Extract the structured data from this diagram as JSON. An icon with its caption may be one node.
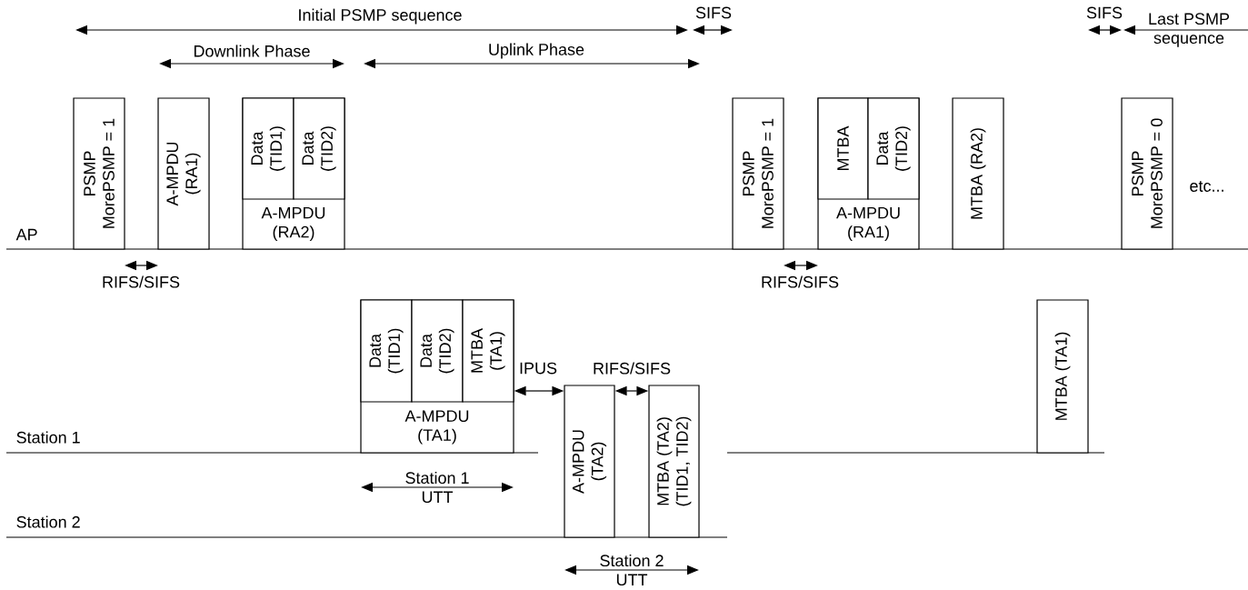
{
  "diagram": {
    "nodes": [
      {
        "text": [
          "PSMP MorePSMP = 1"
        ]
      },
      {
        "text": [
          "A-MPDU (RA1)"
        ]
      },
      {
        "text": [
          "A-MPDU (RA2)"
        ]
      },
      {
        "text": [
          "Data (TID1)"
        ],
        "in": 2
      },
      {
        "text": [
          "Data (TID2)"
        ],
        "in": 2
      },
      {
        "text": [
          "PSMP MorePSMP = 1"
        ]
      },
      {
        "text": [
          "A-MPDU (RA1)"
        ]
      },
      {
        "text": [
          "MTBA"
        ],
        "in": 6
      },
      {
        "text": [
          "Data (TID2)"
        ],
        "in": 6
      },
      {
        "text": [
          "MTBA (RA2)"
        ]
      },
      {
        "text": [
          "PSMP MorePSMP = 0"
        ]
      },
      {
        "text": [
          "A-MPDU (TA1)"
        ]
      },
      {
        "text": [
          "Data (TID1)"
        ],
        "in": 11
      },
      {
        "text": [
          "Data (TID2)"
        ],
        "in": 11
      },
      {
        "text": [
          "MTBA (TA1)"
        ],
        "in": 11
      },
      {
        "text": [
          "A-MPDU (TA2)"
        ]
      },
      {
        "text": [
          "MTBA (TA2) (TID1, TID2)"
        ]
      },
      {
        "text": [
          "MTBA (TA1)"
        ]
      }
    ],
    "edges": [
      {
        "from": 14,
        "to": 15,
        "arrow": "both",
        "label": "IPUS"
      },
      {
        "from": 15,
        "to": 16,
        "arrow": "both",
        "label": "RIFS/SIFS"
      }
    ],
    "labels": [
      "Initial PSMP sequence",
      "SIFS",
      "SIFS",
      "Last PSMP sequence",
      "Downlink Phase",
      "Uplink Phase",
      "etc...",
      "AP",
      "RIFS/SIFS",
      "RIFS/SIFS",
      "Station 1",
      "Station 1 UTT",
      "Station 2",
      "Station 2 UTT"
    ]
  }
}
